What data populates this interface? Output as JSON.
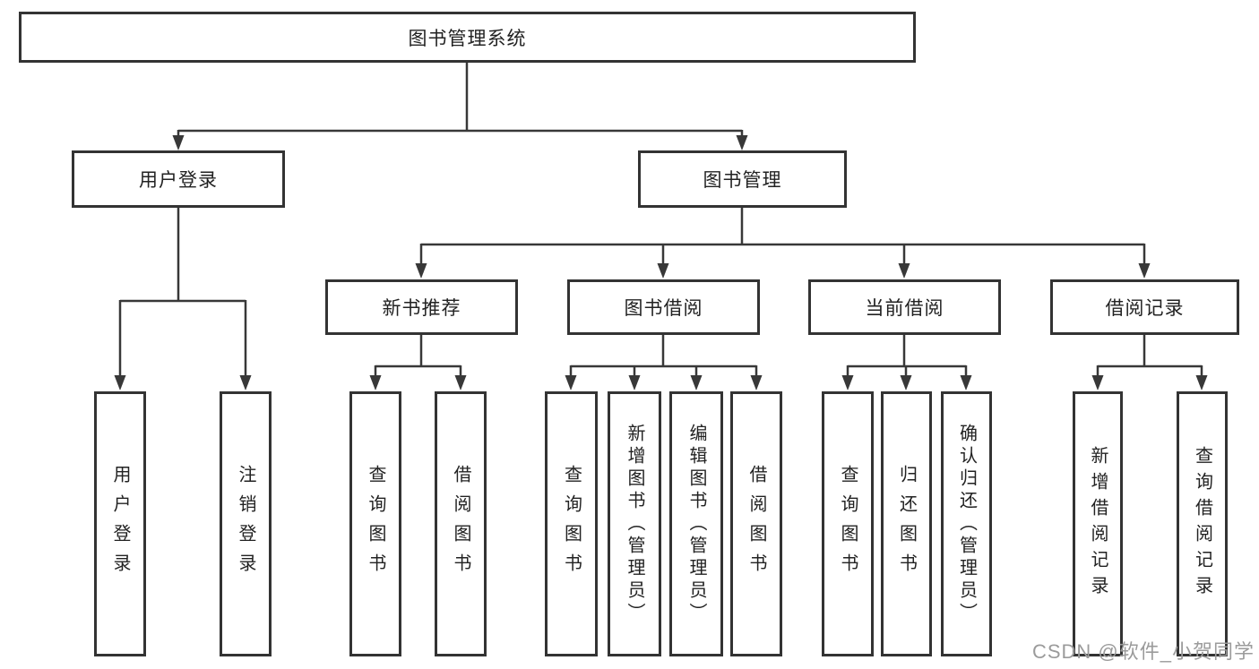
{
  "diagram": {
    "root": {
      "label": "图书管理系统"
    },
    "branches": [
      {
        "label": "用户登录",
        "children": [
          {
            "label": "用户登录"
          },
          {
            "label": "注销登录"
          }
        ]
      },
      {
        "label": "图书管理",
        "children": [
          {
            "label": "新书推荐",
            "children": [
              {
                "label": "查询图书"
              },
              {
                "label": "借阅图书"
              }
            ]
          },
          {
            "label": "图书借阅",
            "children": [
              {
                "label": "查询图书"
              },
              {
                "label": "新增图书（管理员）"
              },
              {
                "label": "编辑图书（管理员）"
              },
              {
                "label": "借阅图书"
              }
            ]
          },
          {
            "label": "当前借阅",
            "children": [
              {
                "label": "查询图书"
              },
              {
                "label": "归还图书"
              },
              {
                "label": "确认归还（管理员）"
              }
            ]
          },
          {
            "label": "借阅记录",
            "children": [
              {
                "label": "新增借阅记录"
              },
              {
                "label": "查询借阅记录"
              }
            ]
          }
        ]
      }
    ]
  },
  "watermark": {
    "text": "CSDN @软件_小贺同学"
  },
  "colors": {
    "line": "#383838",
    "box_border": "#333333",
    "text": "#222222",
    "watermark": "#9b9b9b",
    "background": "#ffffff"
  }
}
